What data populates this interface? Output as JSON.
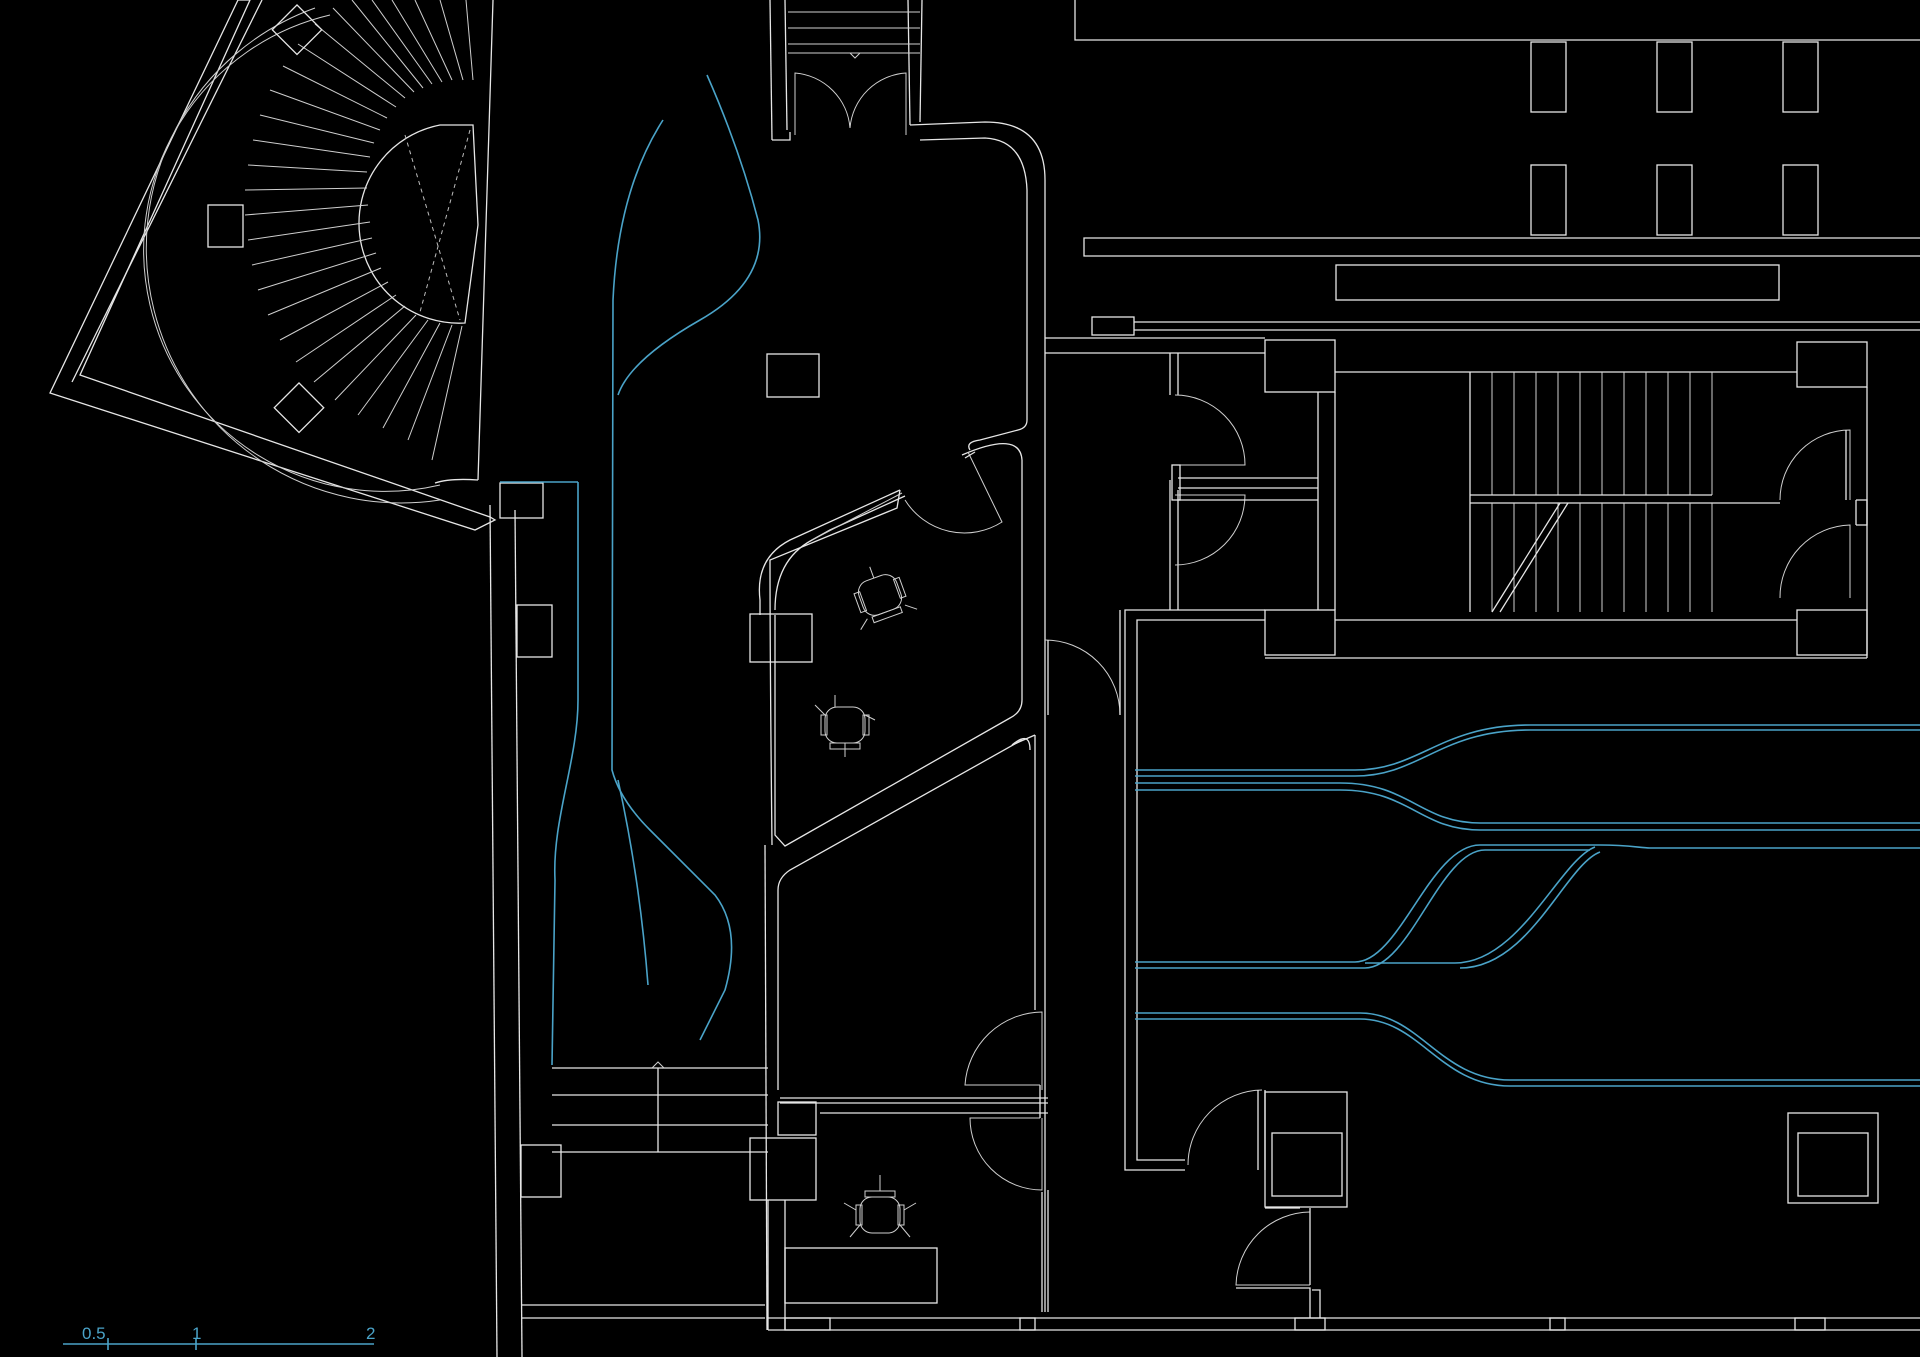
{
  "drawing": {
    "type": "architectural floor plan",
    "colors": {
      "background": "#000000",
      "walls": "#e6e6e6",
      "furniture_curves": "#4aa3c8"
    }
  },
  "scale_bar": {
    "labels": [
      "0.5",
      "1",
      "2"
    ]
  }
}
